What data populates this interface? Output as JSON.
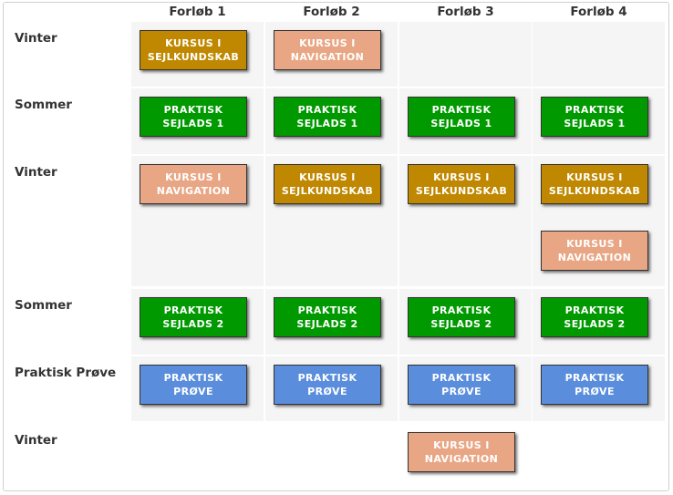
{
  "columns": [
    "Forløb 1",
    "Forløb 2",
    "Forløb 3",
    "Forløb 4"
  ],
  "rows": [
    {
      "label": "Vinter",
      "cells": [
        [
          {
            "text": "KURSUS I SEJLKUNDSKAB",
            "kind": "gold"
          }
        ],
        [
          {
            "text": "KURSUS I NAVIGATION",
            "kind": "salmon"
          }
        ],
        [],
        []
      ]
    },
    {
      "label": "Sommer",
      "cells": [
        [
          {
            "text": "PRAKTISK SEJLADS 1",
            "kind": "green"
          }
        ],
        [
          {
            "text": "PRAKTISK SEJLADS 1",
            "kind": "green"
          }
        ],
        [
          {
            "text": "PRAKTISK SEJLADS 1",
            "kind": "green"
          }
        ],
        [
          {
            "text": "PRAKTISK SEJLADS 1",
            "kind": "green"
          }
        ]
      ]
    },
    {
      "label": "Vinter",
      "cells": [
        [
          {
            "text": "KURSUS I NAVIGATION",
            "kind": "salmon"
          }
        ],
        [
          {
            "text": "KURSUS I SEJLKUNDSKAB",
            "kind": "gold"
          }
        ],
        [
          {
            "text": "KURSUS I SEJLKUNDSKAB",
            "kind": "gold"
          }
        ],
        [
          {
            "text": "KURSUS I SEJLKUNDSKAB",
            "kind": "gold"
          },
          {
            "text": "KURSUS I NAVIGATION",
            "kind": "salmon"
          }
        ]
      ]
    },
    {
      "label": "Sommer",
      "cells": [
        [
          {
            "text": "PRAKTISK SEJLADS 2",
            "kind": "green"
          }
        ],
        [
          {
            "text": "PRAKTISK SEJLADS 2",
            "kind": "green"
          }
        ],
        [
          {
            "text": "PRAKTISK SEJLADS 2",
            "kind": "green"
          }
        ],
        [
          {
            "text": "PRAKTISK SEJLADS 2",
            "kind": "green"
          }
        ]
      ]
    },
    {
      "label": "Praktisk Prøve",
      "cells": [
        [
          {
            "text": "PRAKTISK PRØVE",
            "kind": "blue"
          }
        ],
        [
          {
            "text": "PRAKTISK PRØVE",
            "kind": "blue"
          }
        ],
        [
          {
            "text": "PRAKTISK PRØVE",
            "kind": "blue"
          }
        ],
        [
          {
            "text": "PRAKTISK PRØVE",
            "kind": "blue"
          }
        ]
      ]
    },
    {
      "label": "Vinter",
      "cells": [
        [],
        [],
        [
          {
            "text": "KURSUS I NAVIGATION",
            "kind": "salmon"
          }
        ],
        []
      ]
    }
  ],
  "colors": {
    "green": "#009900",
    "gold": "#bf8800",
    "salmon": "#e8a684",
    "blue": "#5a8ddc",
    "cell_background": "#f5f5f5"
  }
}
